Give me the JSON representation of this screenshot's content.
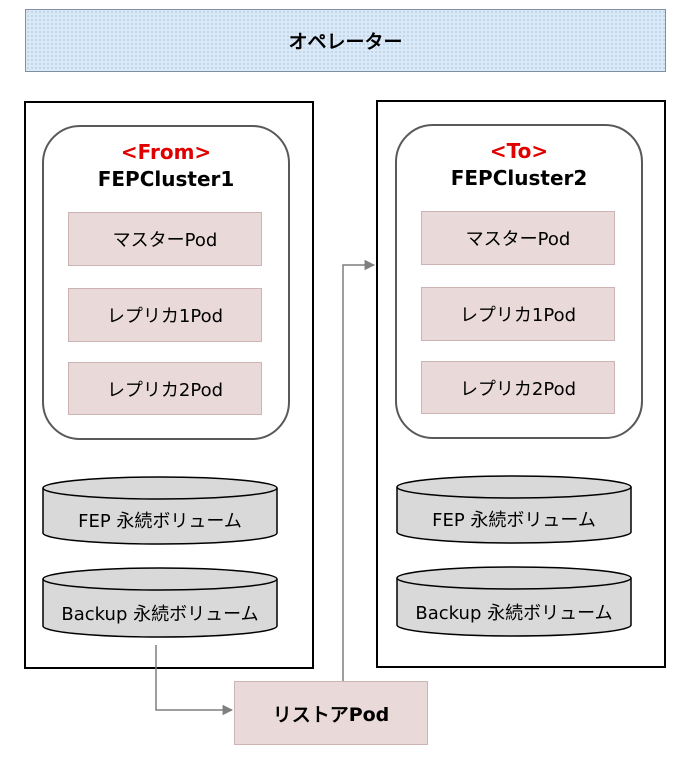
{
  "operator": {
    "label": "オペレーター"
  },
  "clusters": [
    {
      "tag": "<From>",
      "name": "FEPCluster1",
      "pods": [
        "マスターPod",
        "レプリカ1Pod",
        "レプリカ2Pod"
      ],
      "volumes": [
        "FEP 永続ボリューム",
        "Backup 永続ボリューム"
      ]
    },
    {
      "tag": "<To>",
      "name": "FEPCluster2",
      "pods": [
        "マスターPod",
        "レプリカ1Pod",
        "レプリカ2Pod"
      ],
      "volumes": [
        "FEP 永続ボリューム",
        "Backup 永続ボリューム"
      ]
    }
  ],
  "restore_pod": {
    "label": "リストアPod"
  },
  "colors": {
    "from_to_tag": "#e00000",
    "pod_fill": "#ead9d9",
    "volume_fill": "#d9d9d9",
    "operator_fill": "#dbe9f6"
  }
}
